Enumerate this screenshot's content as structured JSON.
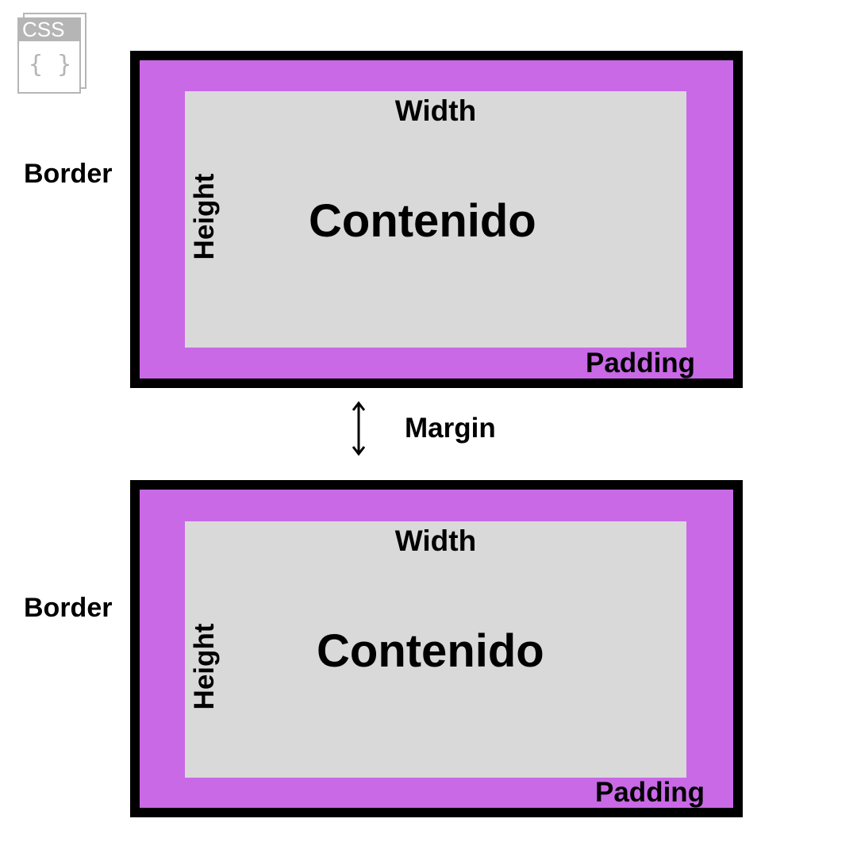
{
  "logo": {
    "label": "CSS",
    "glyph": "{ }"
  },
  "boxes": [
    {
      "content": "Contenido",
      "width": "Width",
      "height": "Height",
      "padding": "Padding",
      "border": "Border"
    },
    {
      "content": "Contenido",
      "width": "Width",
      "height": "Height",
      "padding": "Padding",
      "border": "Border"
    }
  ],
  "margin": "Margin",
  "colors": {
    "padding": "#c969e6",
    "content": "#d9d9d9",
    "border": "#000000"
  }
}
